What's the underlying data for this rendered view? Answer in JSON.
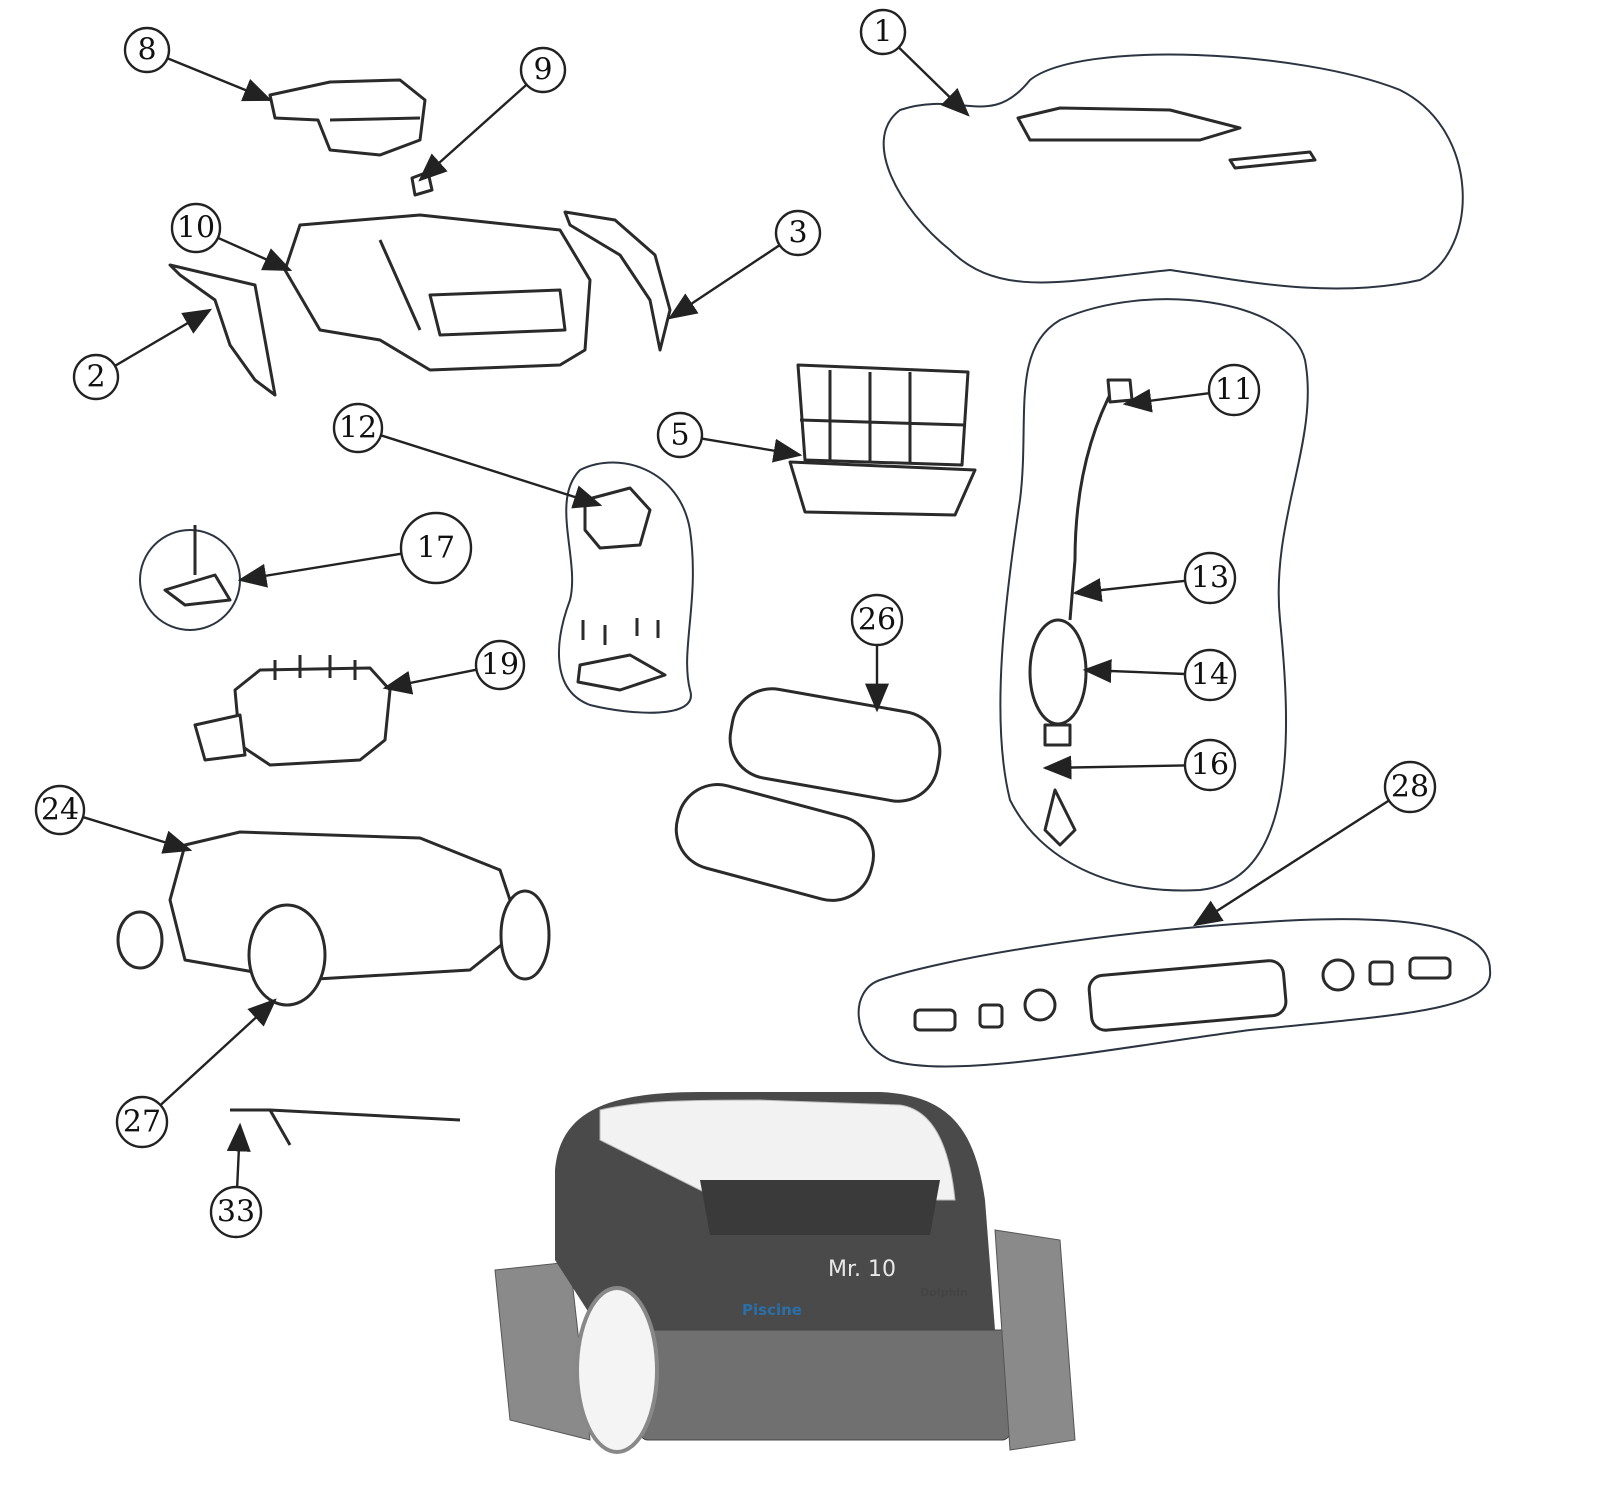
{
  "diagram": {
    "callouts": [
      "8",
      "9",
      "1",
      "10",
      "3",
      "2",
      "12",
      "5",
      "11",
      "17",
      "19",
      "13",
      "14",
      "26",
      "16",
      "24",
      "28",
      "27",
      "33"
    ],
    "product_photo": {
      "model_label": "Mr. 10",
      "brand_logo": "Dolphin",
      "watermark": "Piscine"
    },
    "colors": {
      "line": "#222222",
      "robot_body": "#4a4a4a",
      "robot_shell": "#f2f2f2",
      "tracks": "#8a8a8a"
    }
  }
}
